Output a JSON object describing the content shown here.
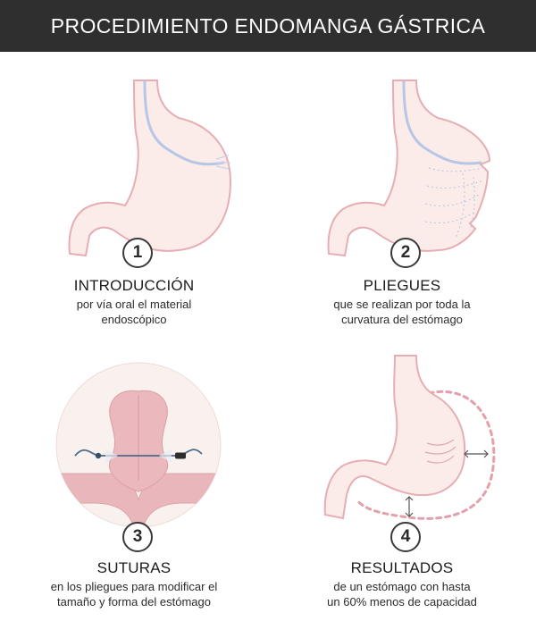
{
  "header": {
    "title": "PROCEDIMIENTO ENDOMANGA GÁSTRICA"
  },
  "colors": {
    "header_bg": "#2f2f2f",
    "stomach_fill": "#fbece9",
    "stomach_stroke": "#e6aeb4",
    "tube": "#b7c6e6",
    "suture_line": "#4a6a8a",
    "tissue_dark": "#e7b4b9",
    "dashed_outline": "#e3a0aa"
  },
  "steps": [
    {
      "number": "1",
      "title": "INTRODUCCIÓN",
      "desc_line1": "por vía oral el material",
      "desc_line2": "endoscópico"
    },
    {
      "number": "2",
      "title": "PLIEGUES",
      "desc_line1": "que se realizan por toda la",
      "desc_line2": "curvatura del estómago"
    },
    {
      "number": "3",
      "title": "SUTURAS",
      "desc_line1": "en los pliegues para modificar el",
      "desc_line2": "tamaño y forma del estómago"
    },
    {
      "number": "4",
      "title": "RESULTADOS",
      "desc_line1": "de un estómago con hasta",
      "desc_line2": "un 60% menos de capacidad"
    }
  ]
}
